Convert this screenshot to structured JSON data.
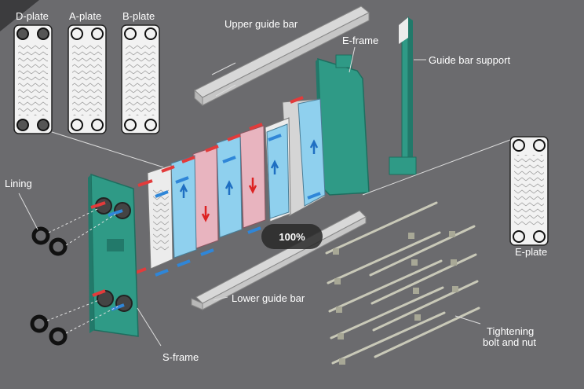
{
  "labels": {
    "d_plate": "D-plate",
    "a_plate": "A-plate",
    "b_plate": "B-plate",
    "upper_guide_bar": "Upper guide bar",
    "e_frame": "E-frame",
    "guide_bar_support": "Guide bar support",
    "lining": "Lining",
    "e_plate": "E-plate",
    "lower_guide_bar": "Lower guide bar",
    "tightening_line1": "Tightening",
    "tightening_line2": "bolt and nut",
    "s_frame": "S-frame"
  },
  "zoom": "100%",
  "colors": {
    "background": "#6b6b6e",
    "frame_green": "#2f9a86",
    "hot_red": "#e23b3b",
    "cold_blue": "#2f86d8",
    "plate_white": "#ececec",
    "plate_pink": "#e8b4bf",
    "plate_cyan": "#8fd0ee"
  }
}
